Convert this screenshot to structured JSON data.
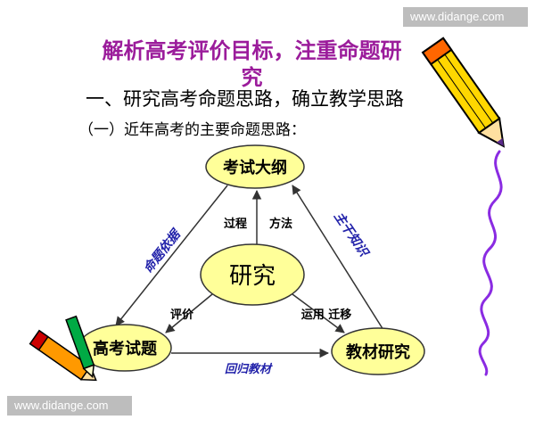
{
  "watermark": {
    "top_text": "www.didange.com",
    "bottom_text": "www.didange.com"
  },
  "slide": {
    "title": "解析高考评价目标，注重命题研究",
    "heading": "一、研究高考命题思路，确立教学思路",
    "subheading": "（一）近年高考的主要命题思路："
  },
  "diagram": {
    "nodes": {
      "top": "考试大纲",
      "center": "研究",
      "left": "高考试题",
      "right": "教材研究"
    },
    "labels": {
      "left_side": "命题依据",
      "right_side": "主干知识",
      "bottom_side": "回归教材",
      "center_top_left": "过程",
      "center_top_right": "方法",
      "center_left": "评价",
      "center_right": "运用 迁移"
    },
    "colors": {
      "node_fill": "#ffff99",
      "node_stroke": "#333333",
      "side_label": "#2222aa",
      "title": "#9b1c9b"
    }
  },
  "decorations": {
    "top_right_icon": "pencil-icon",
    "bottom_left_icon": "pencil-and-pen-icon",
    "right_squiggle_icon": "squiggle-line-icon"
  }
}
